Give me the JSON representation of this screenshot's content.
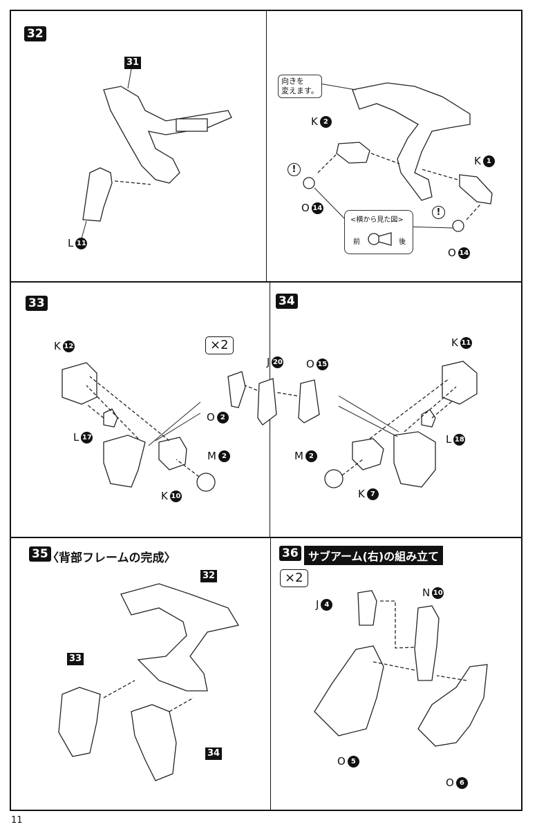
{
  "page_number": "11",
  "steps": {
    "s32": {
      "number": "32",
      "ref_step": "31",
      "labels": [
        {
          "letter": "L",
          "num": "11"
        }
      ],
      "callout": "向きを\n変えます。",
      "right_labels": [
        {
          "letter": "K",
          "num": "2"
        },
        {
          "letter": "K",
          "num": "1"
        },
        {
          "letter": "O",
          "num": "14"
        },
        {
          "letter": "O",
          "num": "14"
        }
      ],
      "warning_icon": "!",
      "side_view": {
        "title": "<横から見た図>",
        "front": "前",
        "back": "後"
      }
    },
    "s33": {
      "number": "33",
      "labels": [
        {
          "letter": "K",
          "num": "12"
        },
        {
          "letter": "L",
          "num": "17"
        },
        {
          "letter": "K",
          "num": "10"
        },
        {
          "letter": "M",
          "num": "2"
        }
      ]
    },
    "inset": {
      "multiplier": "×2",
      "labels": [
        {
          "letter": "O",
          "num": "2"
        },
        {
          "letter": "J",
          "num": "20"
        },
        {
          "letter": "O",
          "num": "15"
        }
      ]
    },
    "s34": {
      "number": "34",
      "labels": [
        {
          "letter": "K",
          "num": "11"
        },
        {
          "letter": "L",
          "num": "18"
        },
        {
          "letter": "M",
          "num": "2"
        },
        {
          "letter": "K",
          "num": "7"
        }
      ]
    },
    "s35": {
      "number": "35",
      "title": "〈背部フレームの完成〉",
      "refs": [
        "32",
        "33",
        "34"
      ]
    },
    "s36": {
      "number": "36",
      "title": "サブアーム(右)の組み立て",
      "multiplier": "×2",
      "labels": [
        {
          "letter": "J",
          "num": "4"
        },
        {
          "letter": "N",
          "num": "10"
        },
        {
          "letter": "O",
          "num": "5"
        },
        {
          "letter": "O",
          "num": "6"
        }
      ]
    }
  }
}
